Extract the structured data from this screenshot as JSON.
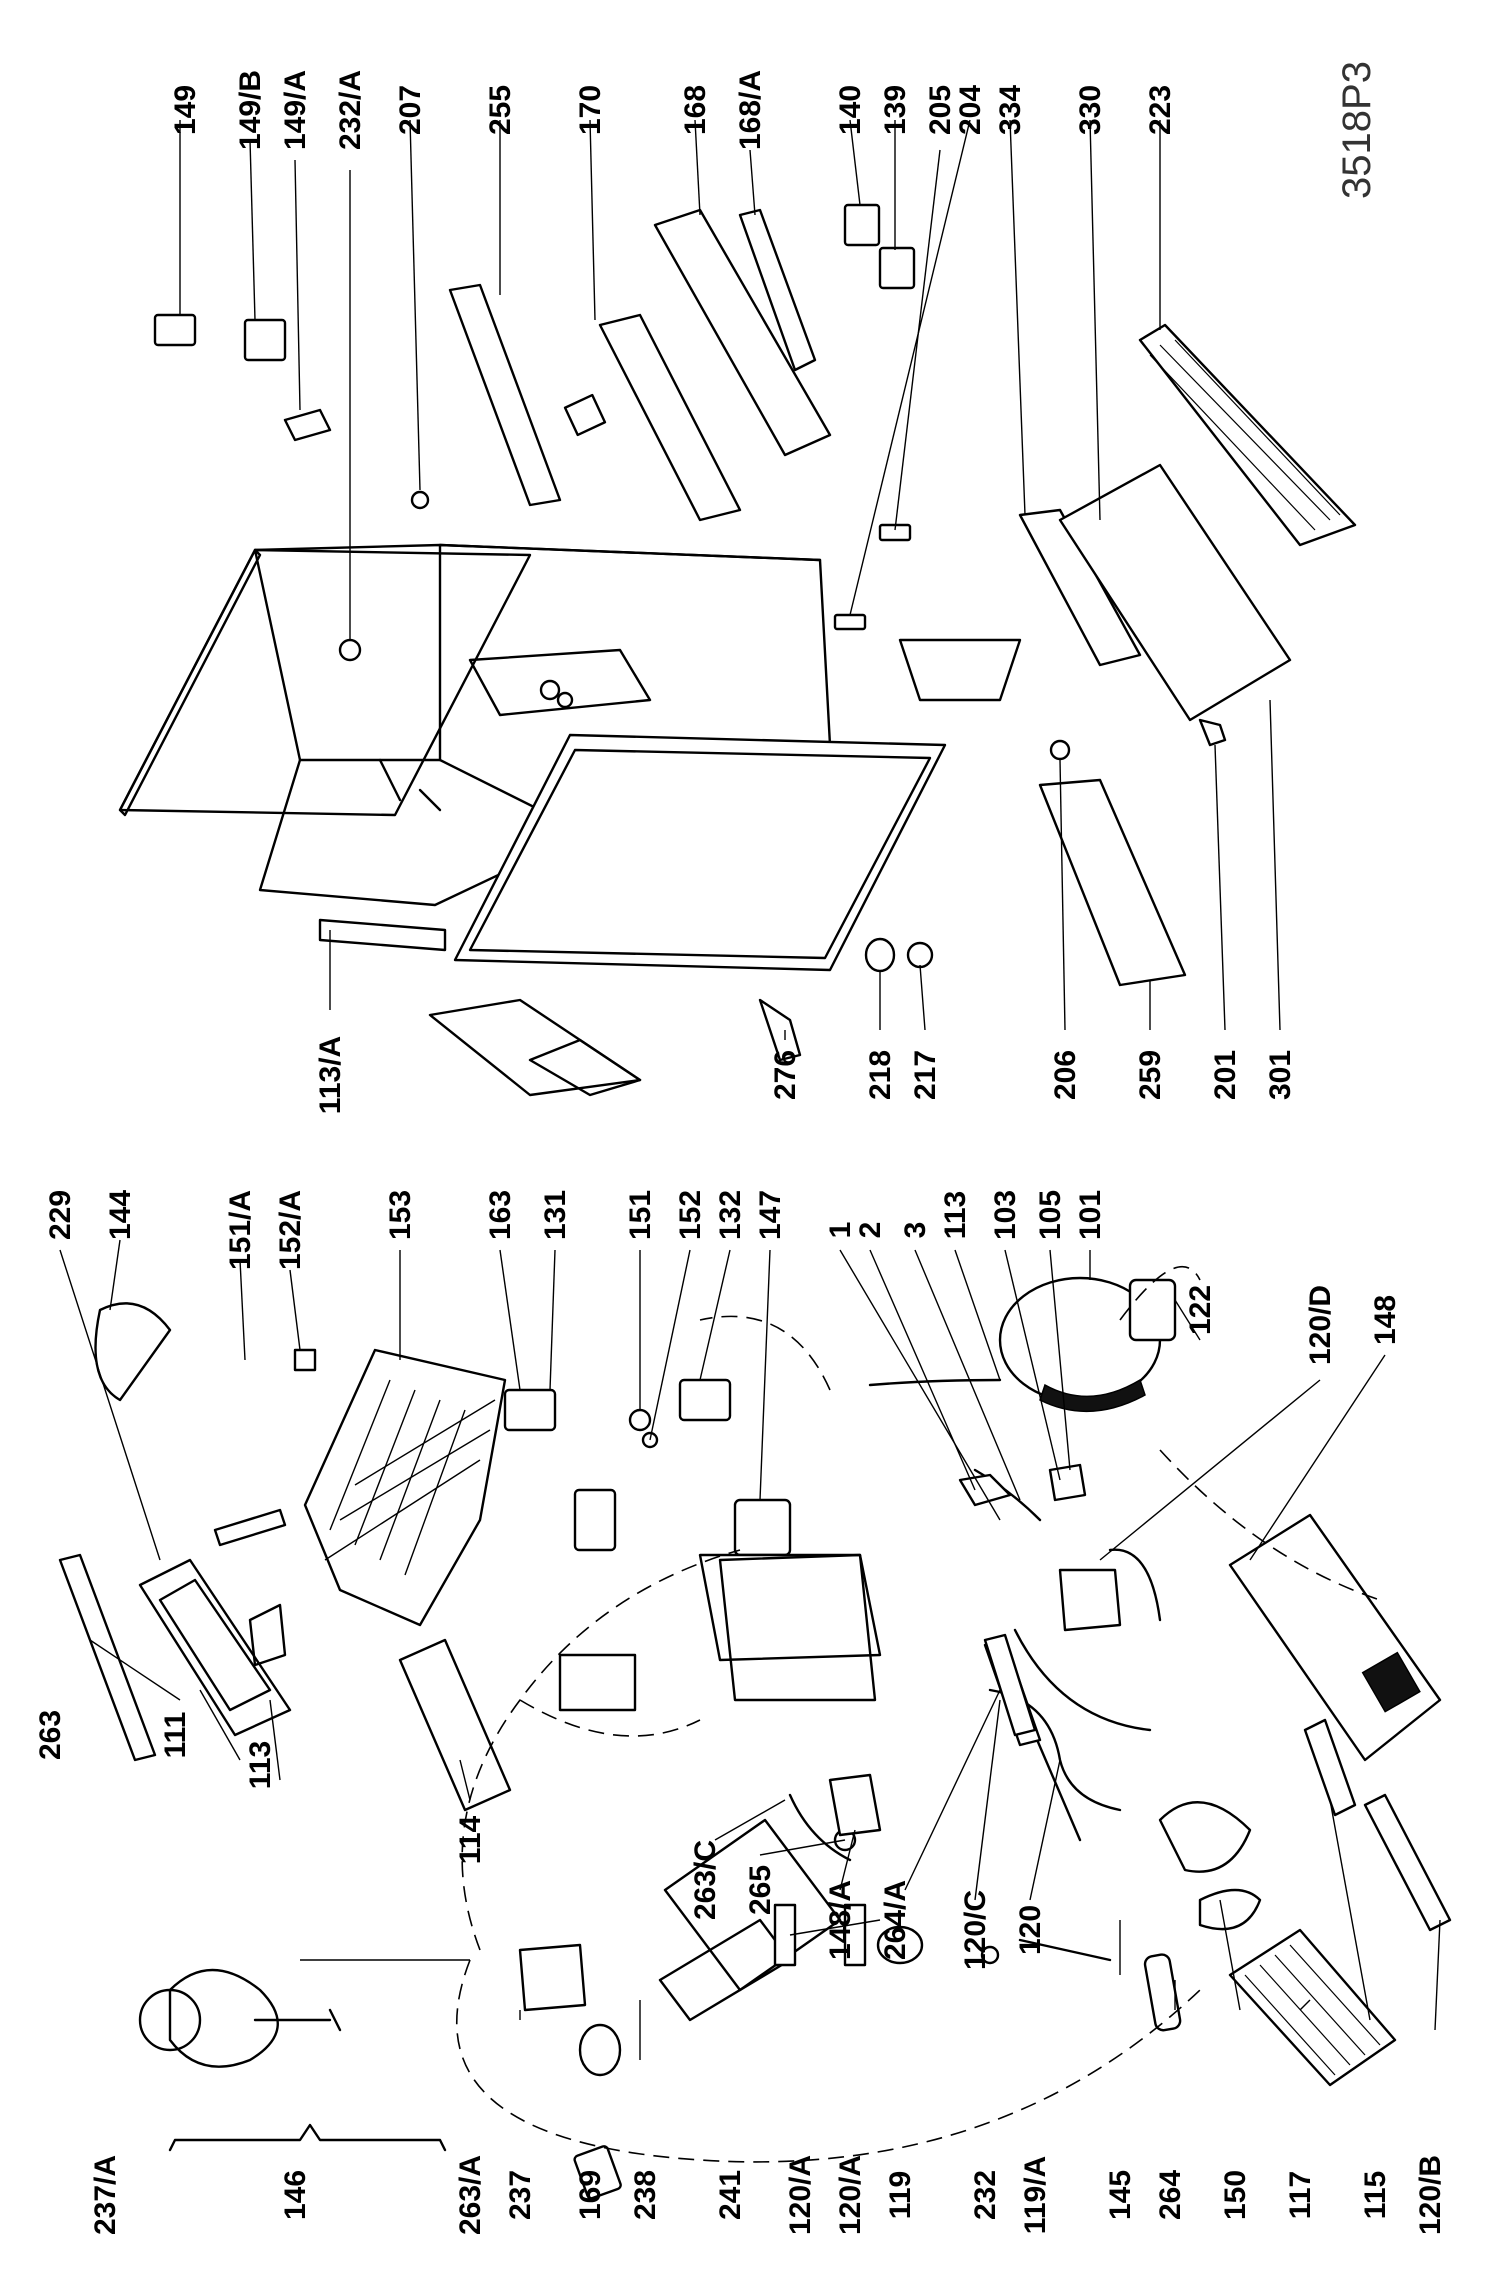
{
  "drawing_code": "3518P3",
  "labels": {
    "l149": "149",
    "l149b": "149/B",
    "l149a": "149/A",
    "l232a": "232/A",
    "l207": "207",
    "l255": "255",
    "l170": "170",
    "l168": "168",
    "l168a": "168/A",
    "l140": "140",
    "l139": "139",
    "l205": "205",
    "l204": "204",
    "l334": "334",
    "l330": "330",
    "l223": "223",
    "l229": "229",
    "l144": "144",
    "l151a": "151/A",
    "l152a": "152/A",
    "l153": "153",
    "l163": "163",
    "l131": "131",
    "l151": "151",
    "l152": "152",
    "l132": "132",
    "l147": "147",
    "l1": "1",
    "l2": "2",
    "l3": "3",
    "l113": "113",
    "l103": "103",
    "l105": "105",
    "l101": "101",
    "l122": "122",
    "l120d": "120/D",
    "l148": "148",
    "l113a": "113/A",
    "l276": "276",
    "l218": "218",
    "l217": "217",
    "l206": "206",
    "l259": "259",
    "l201": "201",
    "l301": "301",
    "l237a": "237/A",
    "l146": "146",
    "l263a": "263/A",
    "l237": "237",
    "l169": "169",
    "l238": "238",
    "l241": "241",
    "l120a_1": "120/A",
    "l120a_2": "120/A",
    "l119": "119",
    "l232": "232",
    "l119a": "119/A",
    "l145": "145",
    "l264": "264",
    "l150": "150",
    "l117": "117",
    "l115": "115",
    "l120b": "120/B",
    "l263": "263",
    "l111": "111",
    "l113b": "113",
    "l114": "114",
    "l263c": "263/C",
    "l265": "265",
    "l148a": "148/A",
    "l264a": "264/A",
    "l120c": "120/C",
    "l120": "120"
  }
}
